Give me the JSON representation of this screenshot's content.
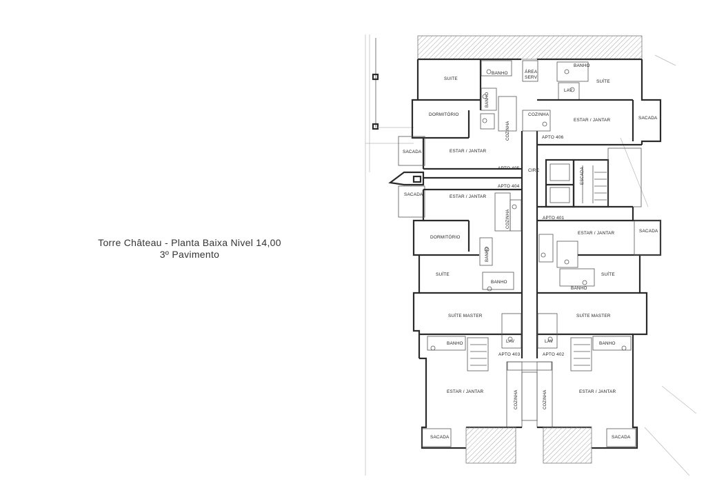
{
  "caption": {
    "line1": "Torre Château - Planta Baixa Nivel 14,00",
    "line2": "3º Pavimento"
  },
  "rooms": {
    "suite_405": "SUITE",
    "banho_405a": "BANHO",
    "banho_405b": "BANHO",
    "area_serv_1": "ÁREA",
    "area_serv_2": "SERV",
    "dormitorio_405": "DORMITÓRIO",
    "cozinha_405": "COZINHA",
    "estar_405": "ESTAR / JANTAR",
    "sacada_405": "SACADA",
    "apto_405": "APTO 405",
    "circ": "CIRC",
    "apto_404": "APTO 404",
    "sacada_404": "SACADA",
    "estar_404": "ESTAR / JANTAR",
    "cozinha_404": "COZINHA",
    "dormitorio_404": "DORMITÓRIO",
    "banho_404a": "BANHO",
    "suite_404": "SUÍTE",
    "banho_404b": "BANHO",
    "suite_master_403": "SUÍTE MASTER",
    "banho_403": "BANHO",
    "lav_403": "LAV",
    "apto_403": "APTO 403",
    "estar_403": "ESTAR / JANTAR",
    "cozinha_403": "COZINHA",
    "sacada_403": "SACADA",
    "banho_406": "BANHO",
    "suite_406": "SUÍTE",
    "lav_406": "LAV",
    "cozinha_406": "COZINHA",
    "estar_406": "ESTAR / JANTAR",
    "sacada_406": "SACADA",
    "apto_406": "APTO 406",
    "escada": "ESCADA",
    "apto_401": "APTO 401",
    "estar_401": "ESTAR / JANTAR",
    "sacada_401": "SACADA",
    "suite_401": "SUÍTE",
    "banho_401": "BANHO",
    "suite_master_402": "SUÍTE MASTER",
    "lav_402": "LAV",
    "banho_402": "BANHO",
    "apto_402": "APTO 402",
    "estar_402": "ESTAR / JANTAR",
    "cozinha_402": "COZINHA",
    "sacada_402": "SACADA"
  }
}
